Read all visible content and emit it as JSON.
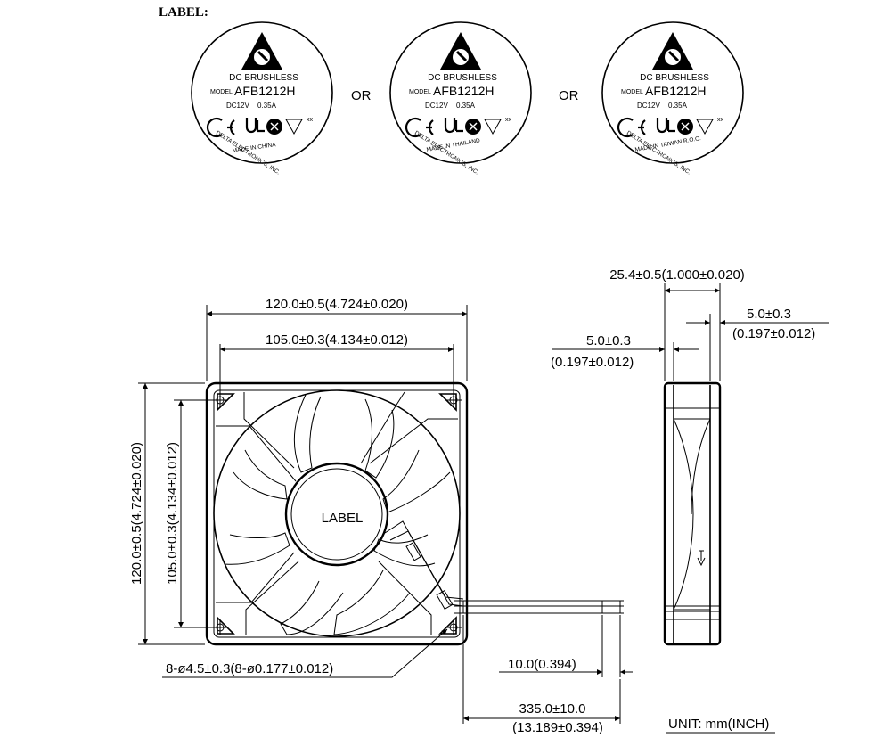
{
  "heading": "LABEL:",
  "or_text": "OR",
  "labels": [
    {
      "line1": "DC BRUSHLESS",
      "model_prefix": "MODEL",
      "model": "AFB1212H",
      "rating_v": "DC12V",
      "rating_a": "0.35A",
      "cert_extra": "xx",
      "company": "DELTA ELECTRONICS, INC.",
      "origin": "MADE IN CHINA"
    },
    {
      "line1": "DC BRUSHLESS",
      "model_prefix": "MODEL",
      "model": "AFB1212H",
      "rating_v": "DC12V",
      "rating_a": "0.35A",
      "cert_extra": "xx",
      "company": "DELTA ELECTRONICS, INC.",
      "origin": "MADE IN THAILAND"
    },
    {
      "line1": "DC BRUSHLESS",
      "model_prefix": "MODEL",
      "model": "AFB1212H",
      "rating_v": "DC12V",
      "rating_a": "0.35A",
      "cert_extra": "xx",
      "company": "DELTA ELECTRONICS, INC.",
      "origin": "MADE IN TAIWAN R.O.C."
    }
  ],
  "hub_label": "LABEL",
  "dimensions": {
    "overall_width": "120.0±0.5(4.724±0.020)",
    "hole_spacing_width": "105.0±0.3(4.134±0.012)",
    "overall_height": "120.0±0.5(4.724±0.020)",
    "hole_spacing_height": "105.0±0.3(4.134±0.012)",
    "mount_holes": "8-ø4.5±0.3(8-ø0.177±0.012)",
    "depth": "25.4±0.5(1.000±0.020)",
    "flange_right_mm": "5.0±0.3",
    "flange_right_in": "(0.197±0.012)",
    "flange_left_mm": "5.0±0.3",
    "flange_left_in": "(0.197±0.012)",
    "strip_length": "10.0(0.394)",
    "lead_length_mm": "335.0±10.0",
    "lead_length_in": "(13.189±0.394)"
  },
  "unit": "UNIT:  mm(INCH)"
}
